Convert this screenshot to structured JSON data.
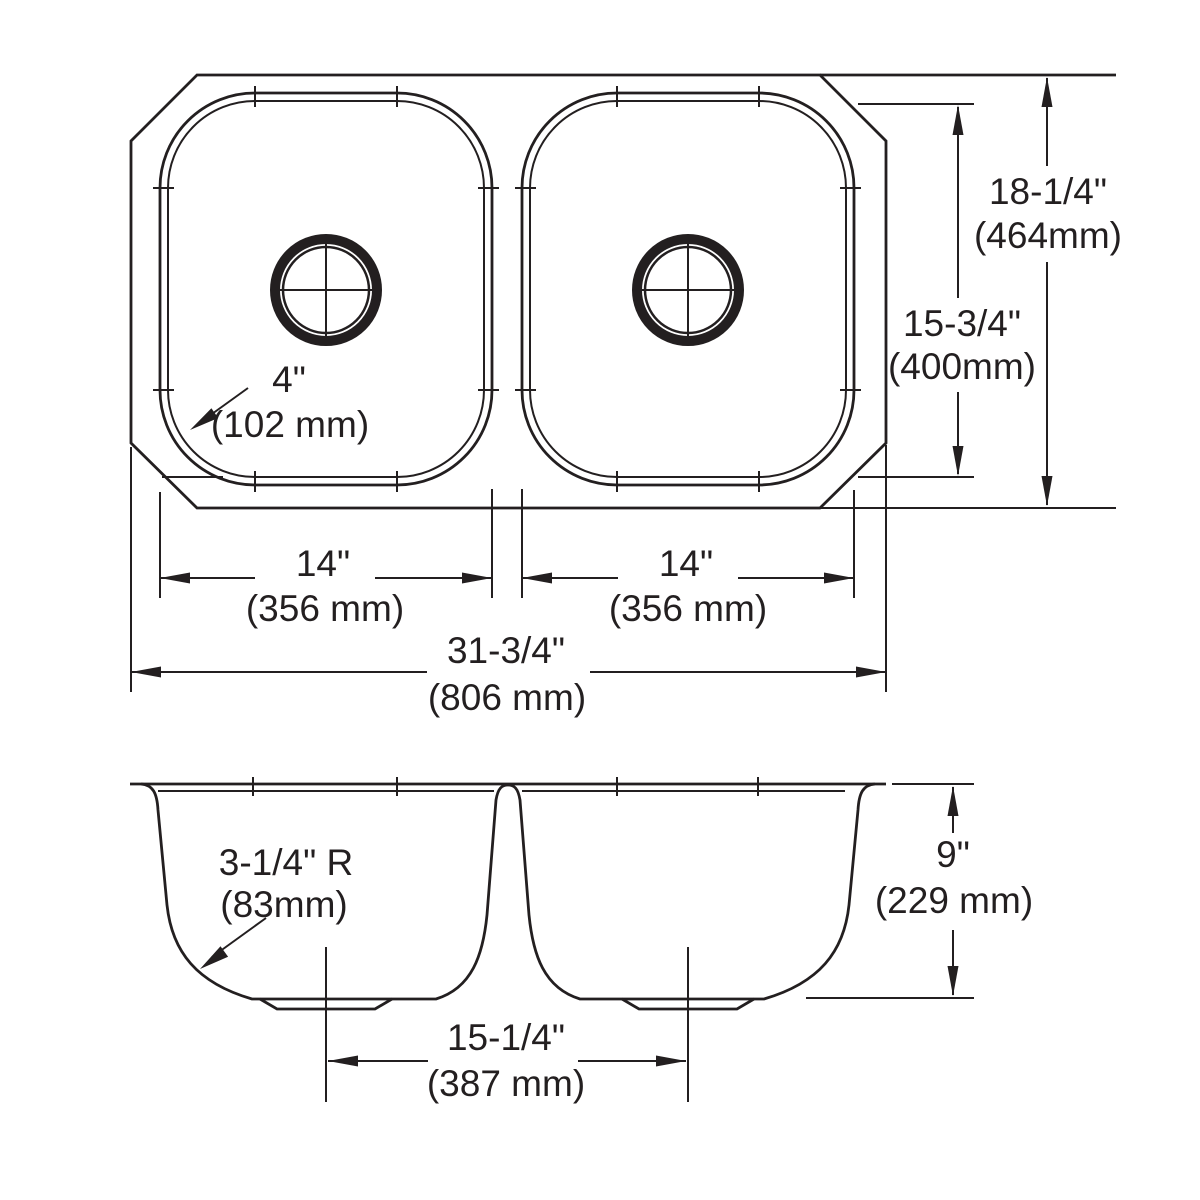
{
  "drawing": {
    "colors": {
      "line": "#231f20",
      "background": "#ffffff"
    },
    "top_view": {
      "overall_depth": {
        "inches": "18-1/4\"",
        "metric": "(464mm)"
      },
      "bowl_depth_fb": {
        "inches": "15-3/4\"",
        "metric": "(400mm)"
      },
      "corner_radius": {
        "inches": "4\"",
        "metric": "(102 mm)"
      },
      "left_bowl_width": {
        "inches": "14\"",
        "metric": "(356 mm)"
      },
      "right_bowl_width": {
        "inches": "14\"",
        "metric": "(356 mm)"
      },
      "overall_width": {
        "inches": "31-3/4\"",
        "metric": "(806 mm)"
      }
    },
    "section_view": {
      "bottom_radius": {
        "inches": "3-1/4\" R",
        "metric": "(83mm)"
      },
      "bowl_depth": {
        "inches": "9\"",
        "metric": "(229 mm)"
      },
      "drain_spacing": {
        "inches": "15-1/4\"",
        "metric": "(387 mm)"
      }
    }
  }
}
